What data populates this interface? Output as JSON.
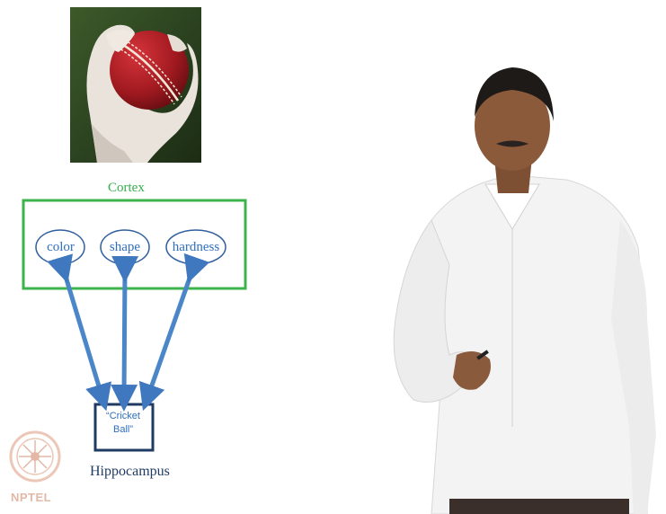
{
  "diagram": {
    "cortex_title": "Cortex",
    "nodes": [
      {
        "label": "color"
      },
      {
        "label": "shape"
      },
      {
        "label": "hardness"
      }
    ],
    "hippocampus_box_text": "“Cricket Ball”",
    "hippocampus_label": "Hippocampus"
  },
  "logo": {
    "text": "NPTEL"
  },
  "colors": {
    "cortex_green": "#3cb44b",
    "node_blue": "#2f6fbf",
    "arrow_blue": "#4a86c8",
    "box_navy": "#1f3b63",
    "logo_tint": "#e3b8a6"
  },
  "images": {
    "photo": "hand-holding-cricket-ball",
    "presenter": "lecturer-in-white-shirt"
  }
}
